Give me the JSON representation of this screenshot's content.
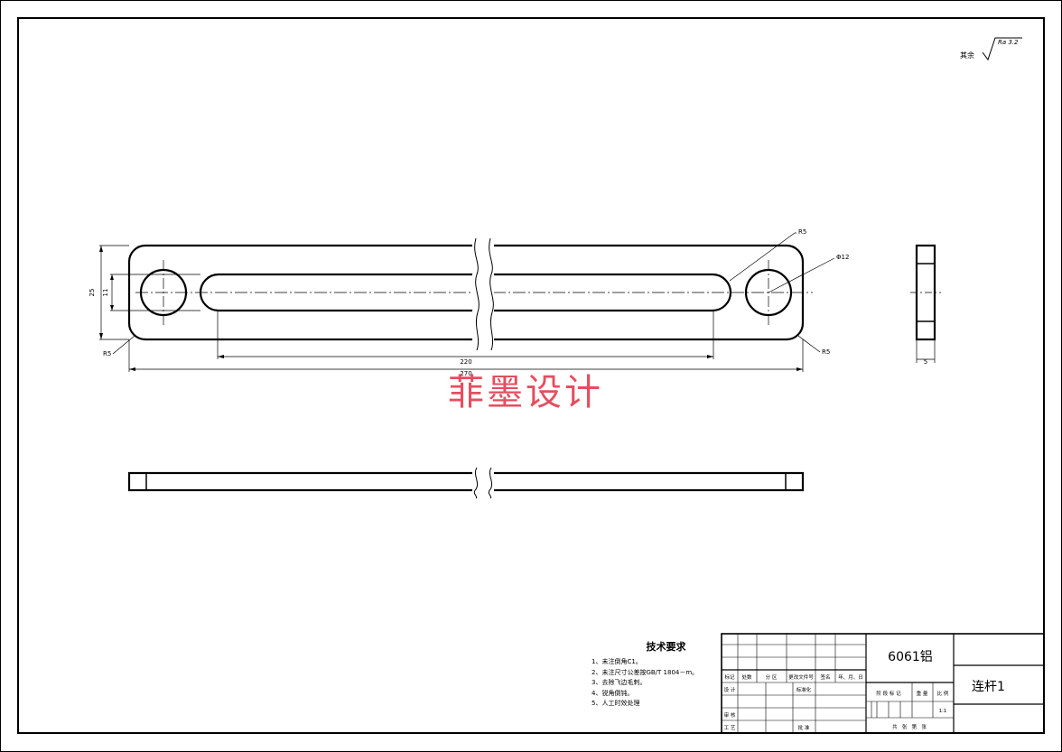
{
  "drawing": {
    "roughness_prefix": "其余",
    "roughness_value": "Ra 3.2",
    "dimensions": {
      "r5_top": "R5",
      "phi12": "Φ12",
      "r5_left": "R5",
      "r5_right": "R5",
      "d25": "25",
      "d11": "11",
      "d220": "220",
      "d270": "270",
      "thickness": "5"
    }
  },
  "watermark": "菲墨设计",
  "tech_requirements": {
    "title": "技术要求",
    "items": [
      "1、未注倒角C1。",
      "2、未注尺寸公差按GB/T 1804－m。",
      "3、去除飞边毛刺。",
      "4、锐角倒钝。",
      "5、人工时效处理"
    ]
  },
  "title_block": {
    "material": "6061铝",
    "part_name": "连杆1",
    "header_labels": [
      "标记",
      "处数",
      "分 区",
      "更改文件号",
      "签名",
      "年、月、日"
    ],
    "design": "设 计",
    "standardization": "标准化",
    "review": "审 核",
    "process": "工 艺",
    "approve": "批 准",
    "stage_mark": "阶 段 标 记",
    "weight": "重 量",
    "scale": "比 例",
    "scale_value": "1:1",
    "sheet_info": "共   张   第   张"
  }
}
